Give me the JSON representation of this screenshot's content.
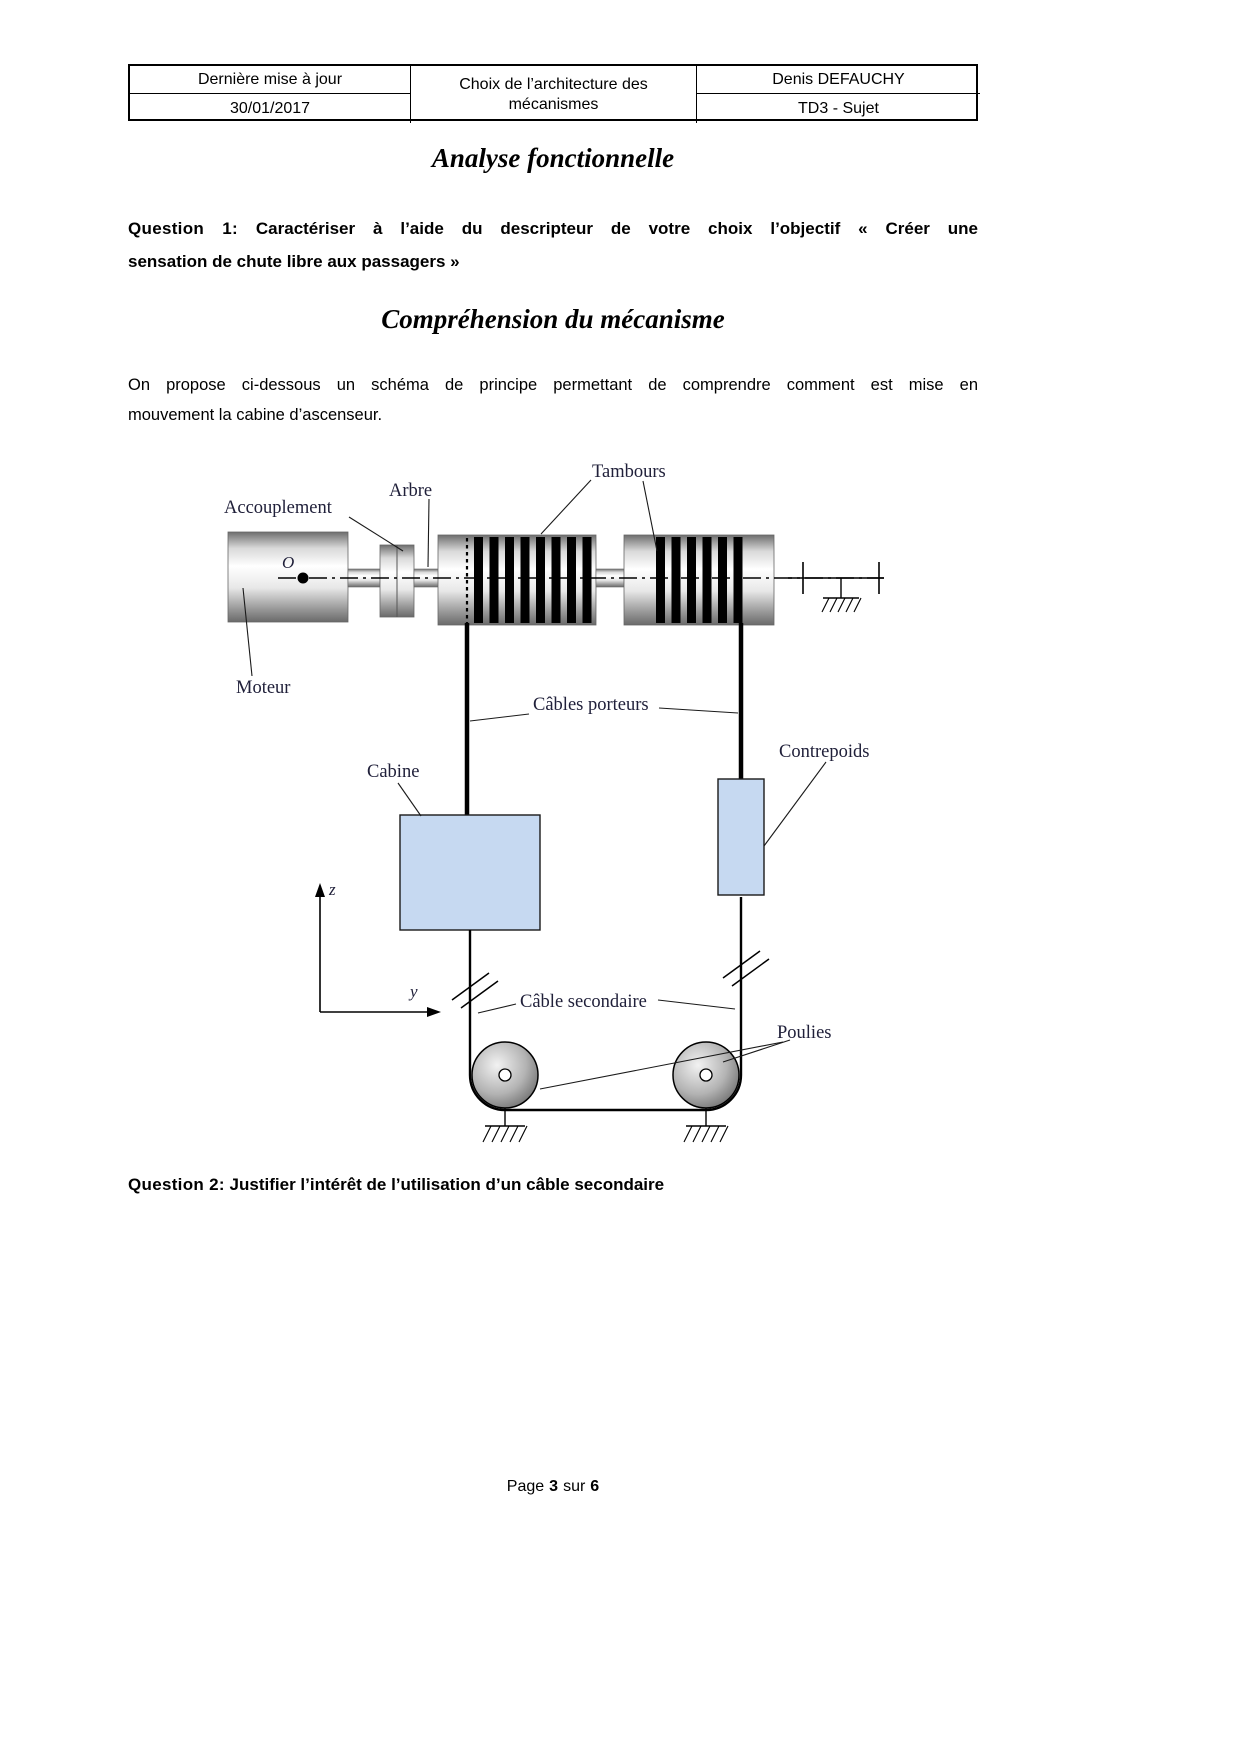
{
  "header": {
    "updated_label": "Dernière mise à jour",
    "updated_date": "30/01/2017",
    "course_title": "Choix de l’architecture des mécanismes",
    "author": "Denis DEFAUCHY",
    "doc_ref": "TD3 - Sujet"
  },
  "content": {
    "title_analysis": "Analyse fonctionnelle",
    "question1": {
      "label": "Question 1:",
      "line1": "Caractériser à l’aide du descripteur de votre choix l’objectif « Créer une",
      "line2": "sensation de chute libre aux passagers »"
    },
    "title_mechanism": "Compréhension du mécanisme",
    "intro": {
      "line1": "On propose ci-dessous un schéma de principe permettant de comprendre comment est mise en",
      "line2": "mouvement la cabine d’ascenseur."
    },
    "question2": {
      "label": "Question 2:",
      "text": "Justifier l’intérêt de l’utilisation d’un câble secondaire"
    }
  },
  "diagram": {
    "labels": {
      "accouplement": "Accouplement",
      "arbre": "Arbre",
      "tambours": "Tambours",
      "moteur": "Moteur",
      "point_o": "O",
      "cables_porteurs": "Câbles porteurs",
      "cabine": "Cabine",
      "contrepoids": "Contrepoids",
      "cable_secondaire": "Câble secondaire",
      "poulies": "Poulies",
      "axis_z": "z",
      "axis_y": "y"
    },
    "colors": {
      "cabin_fill": "#c6d9f1",
      "label_color": "#20203a"
    }
  },
  "footer": {
    "page_word": "Page",
    "page_current": "3",
    "separator": "sur",
    "page_total": "6"
  }
}
